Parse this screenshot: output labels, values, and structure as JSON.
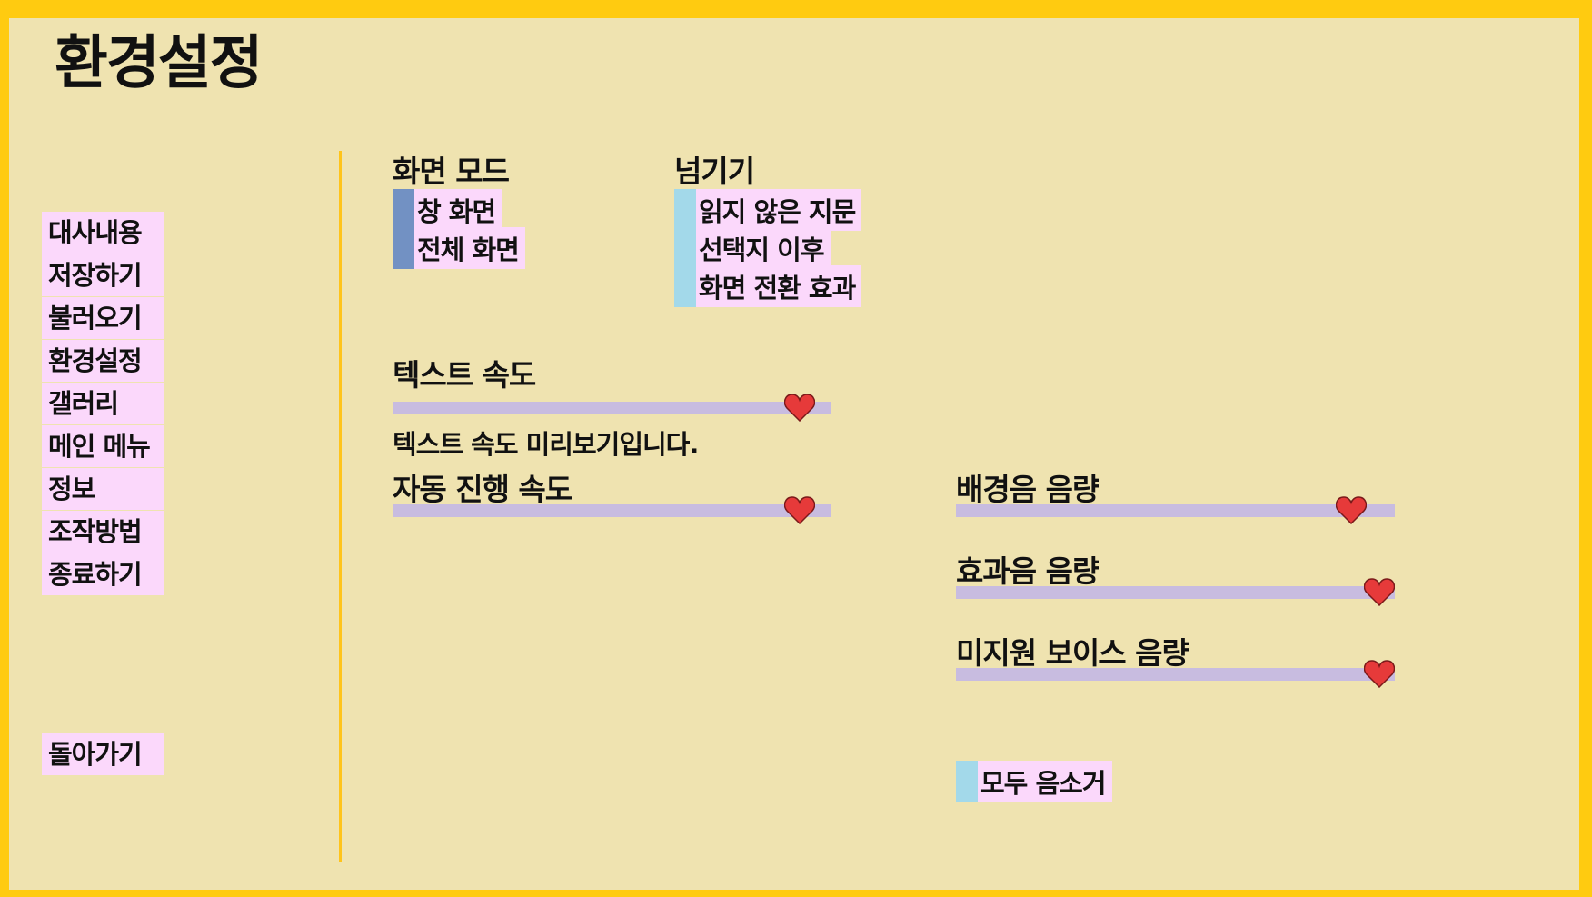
{
  "title": "환경설정",
  "nav": {
    "items": [
      {
        "label": "대사내용"
      },
      {
        "label": "저장하기"
      },
      {
        "label": "불러오기"
      },
      {
        "label": "환경설정"
      },
      {
        "label": "갤러리"
      },
      {
        "label": "메인 메뉴"
      },
      {
        "label": "정보"
      },
      {
        "label": "조작방법"
      },
      {
        "label": "종료하기"
      }
    ],
    "back_label": "돌아가기"
  },
  "display": {
    "label": "화면 모드",
    "options": [
      {
        "label": "창 화면",
        "selected": true
      },
      {
        "label": "전체 화면",
        "selected": true
      }
    ]
  },
  "skip": {
    "label": "넘기기",
    "options": [
      {
        "label": "읽지 않은 지문"
      },
      {
        "label": "선택지 이후"
      },
      {
        "label": "화면 전환 효과"
      }
    ]
  },
  "text_speed": {
    "label": "텍스트 속도",
    "value": 0.96,
    "preview": "텍스트 속도 미리보기입니다."
  },
  "auto_speed": {
    "label": "자동 진행 속도",
    "value": 0.96
  },
  "volume": {
    "bgm": {
      "label": "배경음 음량",
      "value": 0.93
    },
    "sfx": {
      "label": "효과음 음량",
      "value": 1.0
    },
    "voice": {
      "label": "미지원 보이스 음량",
      "value": 1.0
    },
    "mute_all": {
      "label": "모두 음소거"
    }
  },
  "colors": {
    "frame": "#ffcb10",
    "background": "#efe3b0",
    "button": "#fbd8fb",
    "selected_mark": "#7291c3",
    "check_mark": "#a3d9ea",
    "slider_track": "#c8bce0",
    "slider_thumb": "#e63a3a",
    "divider": "#ffc41a"
  },
  "icons": {
    "slider_thumb": "heart-icon"
  }
}
